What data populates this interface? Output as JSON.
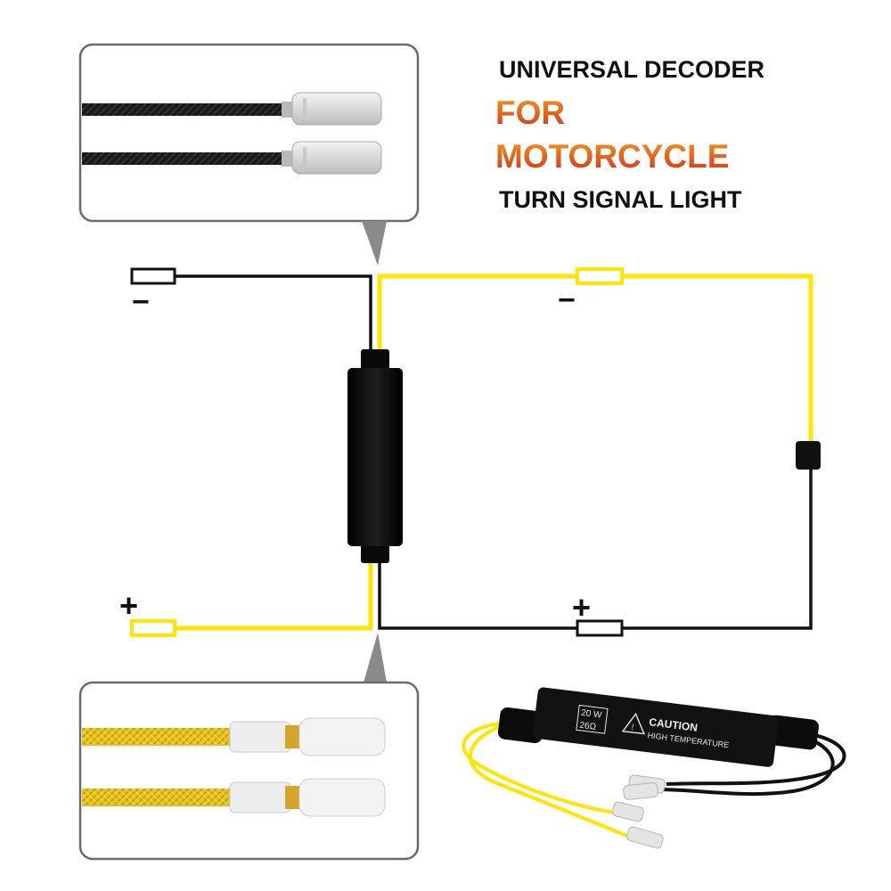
{
  "title": {
    "line1": "UNIVERSAL DECODER",
    "line2": "FOR",
    "line3": "MOTORCYCLE",
    "line4": "TURN SIGNAL LIGHT"
  },
  "colors": {
    "black_wire": "#111111",
    "yellow_wire": "#ffe500",
    "title_dark": "#111111",
    "title_orange_top": "#f39a1f",
    "title_orange_bottom": "#d6301a",
    "panel_border": "#6b6b6b"
  },
  "terminals": {
    "black_left_sign": "−",
    "yellow_right_top_sign": "−",
    "yellow_left_bottom_sign": "+",
    "black_right_bottom_sign": "+"
  },
  "decoder": {
    "rating": "20 W",
    "resistance": "26Ω",
    "caution": "CAUTION",
    "warning": "HIGH TEMPERATURE"
  },
  "icons": {
    "callout_top": "callout-pointer-icon",
    "callout_bottom": "callout-pointer-icon",
    "warning": "warning-triangle-icon"
  }
}
